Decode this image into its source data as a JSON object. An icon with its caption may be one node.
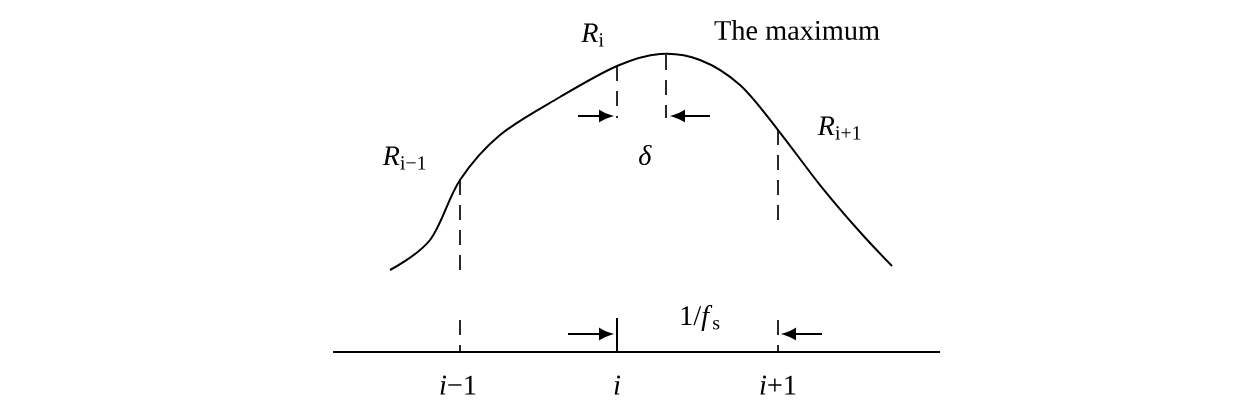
{
  "diagram": {
    "labels": [
      "*R*$_{i}$",
      "The maximum",
      "*R*$_{i−1}$",
      "*R*$_{i+1}$",
      "*δ*",
      "1/*f*$_{s}$",
      "*i*−1",
      "*i*",
      "*i*+1"
    ]
  }
}
